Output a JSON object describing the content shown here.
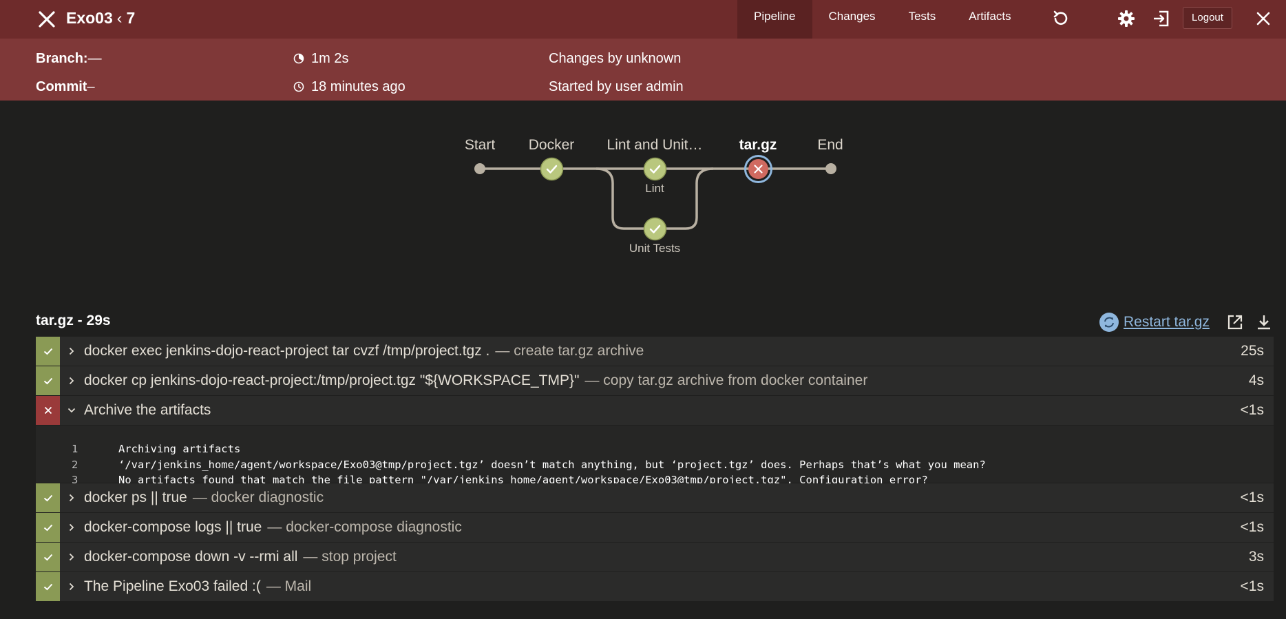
{
  "header": {
    "job": "Exo03",
    "separator": "‹",
    "build": "7",
    "tabs": [
      {
        "label": "Pipeline",
        "active": true
      },
      {
        "label": "Changes",
        "active": false
      },
      {
        "label": "Tests",
        "active": false
      },
      {
        "label": "Artifacts",
        "active": false
      }
    ],
    "logout_label": "Logout"
  },
  "subheader": {
    "branch_label": "Branch:",
    "branch_value": "—",
    "commit_label": "Commit",
    "commit_value": "–",
    "duration": "1m 2s",
    "started": "18 minutes ago",
    "changes": "Changes by unknown",
    "started_by": "Started by user admin"
  },
  "pipeline": {
    "stages": [
      {
        "label": "Start",
        "status": "none"
      },
      {
        "label": "Docker",
        "status": "success"
      },
      {
        "label": "Lint and Unit…",
        "status": "success"
      },
      {
        "label": "tar.gz",
        "status": "failure",
        "selected": true
      },
      {
        "label": "End",
        "status": "none"
      }
    ],
    "parallel": [
      {
        "label": "Lint",
        "status": "success"
      },
      {
        "label": "Unit Tests",
        "status": "success"
      }
    ]
  },
  "details": {
    "title": "tar.gz - 29s",
    "restart_label": "Restart tar.gz",
    "steps": [
      {
        "cmd": "docker exec jenkins-dojo-react-project tar cvzf /tmp/project.tgz .",
        "desc": "— create tar.gz archive",
        "duration": "25s",
        "status": "success"
      },
      {
        "cmd": "docker cp jenkins-dojo-react-project:/tmp/project.tgz \"${WORKSPACE_TMP}\"",
        "desc": "— copy tar.gz archive from docker container",
        "duration": "4s",
        "status": "success"
      },
      {
        "cmd": "Archive the artifacts",
        "desc": "",
        "duration": "<1s",
        "status": "failure",
        "expanded": true
      },
      {
        "cmd": "docker ps || true",
        "desc": "— docker diagnostic",
        "duration": "<1s",
        "status": "success"
      },
      {
        "cmd": "docker-compose logs || true",
        "desc": "— docker-compose diagnostic",
        "duration": "<1s",
        "status": "success"
      },
      {
        "cmd": "docker-compose down -v --rmi all",
        "desc": "— stop project",
        "duration": "3s",
        "status": "success"
      },
      {
        "cmd": "The Pipeline Exo03 failed :(",
        "desc": "— Mail",
        "duration": "<1s",
        "status": "success"
      }
    ],
    "log_lines": [
      {
        "n": "1",
        "text": "Archiving artifacts"
      },
      {
        "n": "2",
        "text": "‘/var/jenkins_home/agent/workspace/Exo03@tmp/project.tgz’ doesn’t match anything, but ‘project.tgz’ does. Perhaps that’s what you mean?"
      },
      {
        "n": "3",
        "text": "No artifacts found that match the file pattern \"/var/jenkins_home/agent/workspace/Exo03@tmp/project.tgz\". Configuration error?"
      }
    ]
  },
  "colors": {
    "topbar": "#6e2b2b",
    "subheader": "#7f3838",
    "success": "#8a9a55",
    "failure": "#9a3a3a",
    "node_success": "#b9c77e",
    "node_failure": "#d06a60",
    "link": "#8fb7de"
  }
}
